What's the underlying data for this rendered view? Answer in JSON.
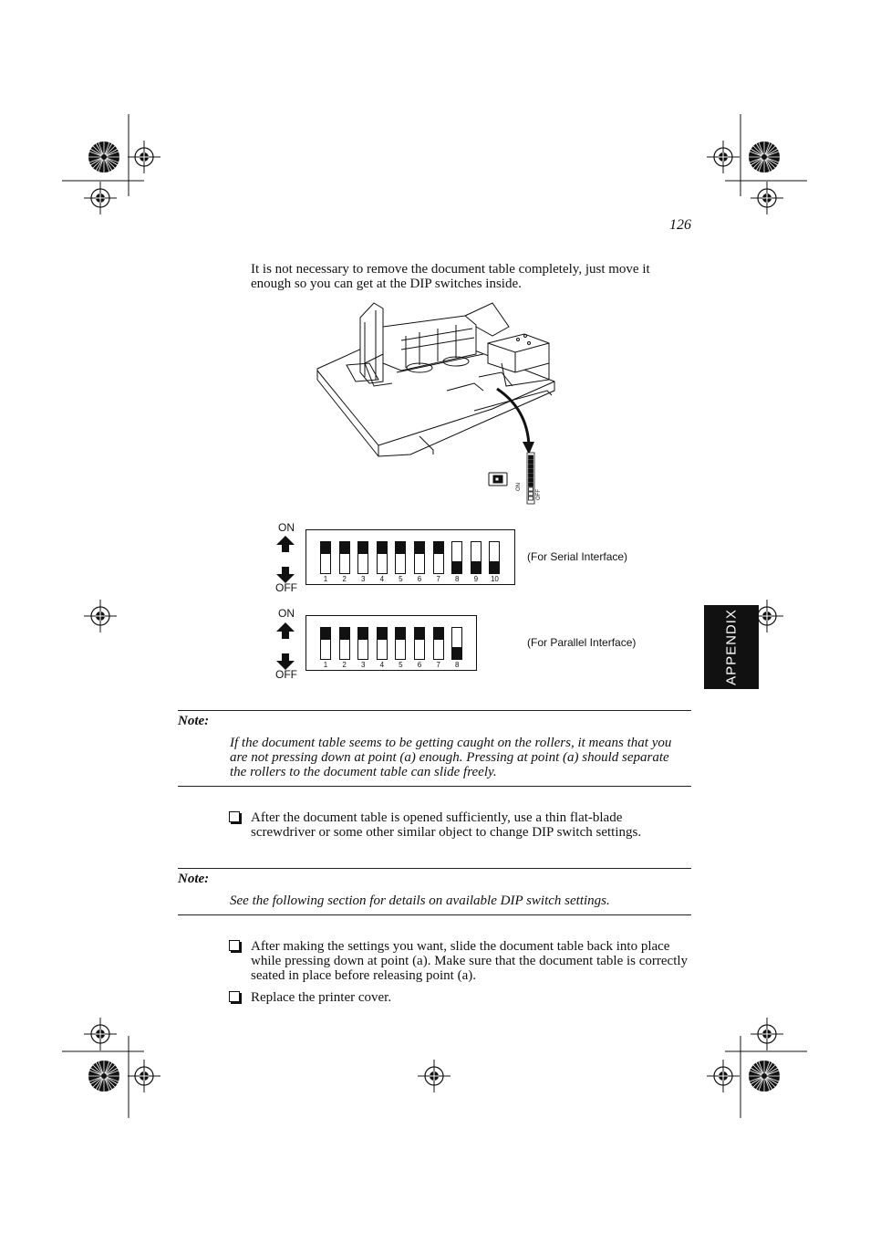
{
  "page": {
    "number": "126"
  },
  "intro": {
    "text": "It is not necessary to remove the document table completely, just move it enough so you can get at the DIP switches inside."
  },
  "illustration": {
    "dip_panel": {
      "on": "ON",
      "off": "OFF"
    }
  },
  "dip_serial": {
    "on_label": "ON",
    "off_label": "OFF",
    "caption": "(For Serial Interface)",
    "switches": [
      {
        "label": "1",
        "state": "ON"
      },
      {
        "label": "2",
        "state": "ON"
      },
      {
        "label": "3",
        "state": "ON"
      },
      {
        "label": "4",
        "state": "ON"
      },
      {
        "label": "5",
        "state": "ON"
      },
      {
        "label": "6",
        "state": "ON"
      },
      {
        "label": "7",
        "state": "ON"
      },
      {
        "label": "8",
        "state": "OFF"
      },
      {
        "label": "9",
        "state": "OFF"
      },
      {
        "label": "10",
        "state": "OFF"
      }
    ]
  },
  "dip_parallel": {
    "on_label": "ON",
    "off_label": "OFF",
    "caption": "(For Parallel Interface)",
    "switches": [
      {
        "label": "1",
        "state": "ON"
      },
      {
        "label": "2",
        "state": "ON"
      },
      {
        "label": "3",
        "state": "ON"
      },
      {
        "label": "4",
        "state": "ON"
      },
      {
        "label": "5",
        "state": "ON"
      },
      {
        "label": "6",
        "state": "ON"
      },
      {
        "label": "7",
        "state": "ON"
      },
      {
        "label": "8",
        "state": "OFF"
      }
    ]
  },
  "note1": {
    "label": "Note:",
    "text": "If the document table seems to be getting caught on the rollers, it means that you are not pressing down at point (a) enough. Pressing at point (a) should separate the rollers to the document table can slide freely."
  },
  "step1": {
    "text": "After the document table is opened sufficiently, use a thin flat-blade screwdriver or some other similar object to change DIP switch settings."
  },
  "note2": {
    "label": "Note:",
    "text": "See the following section for details on available DIP switch settings."
  },
  "step2": {
    "text": "After making the settings you want, slide the document table back into place while pressing down at point (a). Make sure that the document table is correctly seated in place before releasing point (a)."
  },
  "step3": {
    "text": "Replace the printer cover."
  },
  "side_tab": {
    "label": "APPENDIX"
  }
}
